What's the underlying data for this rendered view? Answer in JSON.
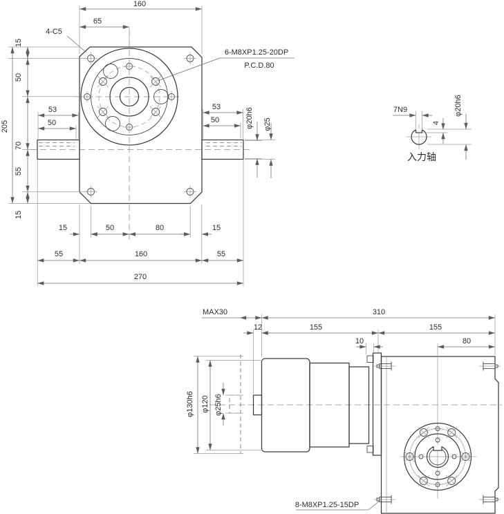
{
  "drawing": {
    "top_view": {
      "w_total": "160",
      "w_half": "65",
      "chamfer_note": "4-C5",
      "bolt_note": "6-M8XP1.25-20DP",
      "pcd_note": "P.C.D.80",
      "left_h1": "15",
      "left_h2": "50",
      "left_height": "205",
      "left_h3": "70",
      "left_h4": "55",
      "left_h5": "15",
      "shaft_left_len1": "53",
      "shaft_left_len2": "50",
      "shaft_right_len1": "53",
      "shaft_right_len2": "50",
      "shaft_dia_outer": "φ20h6",
      "shaft_dia": "φ25",
      "bot_b1": "15",
      "bot_b2": "50",
      "bot_b3": "80",
      "bot_b4": "15",
      "bot_c1": "55",
      "bot_c2": "160",
      "bot_c3": "55",
      "w_overall": "270"
    },
    "input_shaft": {
      "keyway": "7N9",
      "key_depth": "4",
      "dia": "φ20h6",
      "caption": "入力轴"
    },
    "side_view": {
      "motor_clearance": "MAX30",
      "len_total": "310",
      "stub_len": "12",
      "len_left": "155",
      "len_right": "155",
      "tab_len": "10",
      "flange_offset": "80",
      "flange_dia": "φ130h6",
      "motor_dia": "φ120",
      "bore_dia": "φ25h6",
      "bolt_note": "8-M8XP1.25-15DP"
    }
  }
}
